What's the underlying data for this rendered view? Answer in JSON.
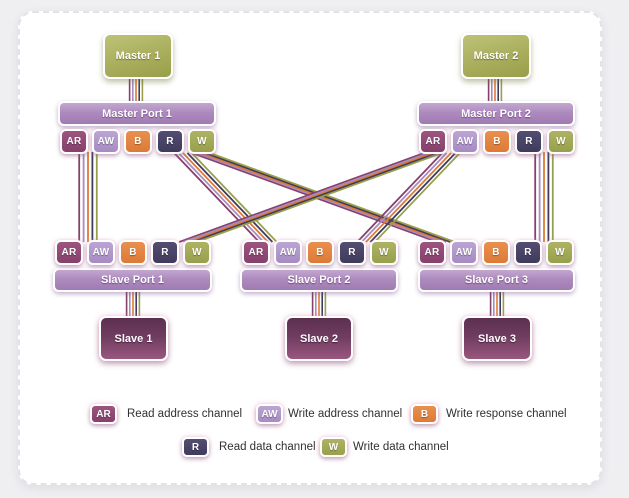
{
  "diagram": {
    "title_hidden": "",
    "masters": [
      {
        "label": "Master 1"
      },
      {
        "label": "Master 2"
      }
    ],
    "master_ports": [
      {
        "label": "Master Port 1"
      },
      {
        "label": "Master Port 2"
      }
    ],
    "slave_ports": [
      {
        "label": "Slave Port 1"
      },
      {
        "label": "Slave Port 2"
      },
      {
        "label": "Slave Port 3"
      }
    ],
    "slaves": [
      {
        "label": "Slave 1"
      },
      {
        "label": "Slave 2"
      },
      {
        "label": "Slave 3"
      }
    ],
    "channels": [
      {
        "id": "AR",
        "label": "AR",
        "color_top": "#9d5580",
        "color_bottom": "#85406b",
        "description": "Read address channel"
      },
      {
        "id": "AW",
        "label": "AW",
        "color_top": "#bca5d3",
        "color_bottom": "#a78bc3",
        "description": "Write address channel"
      },
      {
        "id": "B",
        "label": "B",
        "color_top": "#e9904f",
        "color_bottom": "#dd7a36",
        "description": "Write response channel"
      },
      {
        "id": "R",
        "label": "R",
        "color_top": "#534d73",
        "color_bottom": "#403b5c",
        "description": "Read data channel"
      },
      {
        "id": "W",
        "label": "W",
        "color_top": "#aeb363",
        "color_bottom": "#99a04c",
        "description": "Write data channel"
      }
    ],
    "wire_colors": [
      "#85406b",
      "#a78bc3",
      "#dd7a36",
      "#403b5c",
      "#99a04c"
    ],
    "connections": [
      {
        "from": "Master 1",
        "to": "Master Port 1",
        "channels": [
          "AR",
          "AW",
          "B",
          "R",
          "W"
        ]
      },
      {
        "from": "Master 2",
        "to": "Master Port 2",
        "channels": [
          "AR",
          "AW",
          "B",
          "R",
          "W"
        ]
      },
      {
        "from": "Master Port 1",
        "to": "Slave Port 1",
        "channels": [
          "AR",
          "AW",
          "B",
          "R",
          "W"
        ]
      },
      {
        "from": "Master Port 1",
        "to": "Slave Port 2",
        "channels": [
          "AR",
          "AW",
          "B",
          "R",
          "W"
        ]
      },
      {
        "from": "Master Port 1",
        "to": "Slave Port 3",
        "channels": [
          "AR",
          "AW",
          "B",
          "R",
          "W"
        ]
      },
      {
        "from": "Master Port 2",
        "to": "Slave Port 1",
        "channels": [
          "AR",
          "AW",
          "B",
          "R",
          "W"
        ]
      },
      {
        "from": "Master Port 2",
        "to": "Slave Port 2",
        "channels": [
          "AR",
          "AW",
          "B",
          "R",
          "W"
        ]
      },
      {
        "from": "Master Port 2",
        "to": "Slave Port 3",
        "channels": [
          "AR",
          "AW",
          "B",
          "R",
          "W"
        ]
      },
      {
        "from": "Slave Port 1",
        "to": "Slave 1",
        "channels": [
          "AR",
          "AW",
          "B",
          "R",
          "W"
        ]
      },
      {
        "from": "Slave Port 2",
        "to": "Slave 2",
        "channels": [
          "AR",
          "AW",
          "B",
          "R",
          "W"
        ]
      },
      {
        "from": "Slave Port 3",
        "to": "Slave 3",
        "channels": [
          "AR",
          "AW",
          "B",
          "R",
          "W"
        ]
      }
    ],
    "legend": {
      "items": [
        {
          "channel": "AR",
          "text": "Read address channel"
        },
        {
          "channel": "AW",
          "text": "Write address channel"
        },
        {
          "channel": "B",
          "text": "Write response channel"
        },
        {
          "channel": "R",
          "text": "Read data channel"
        },
        {
          "channel": "W",
          "text": "Write data channel"
        }
      ]
    }
  }
}
